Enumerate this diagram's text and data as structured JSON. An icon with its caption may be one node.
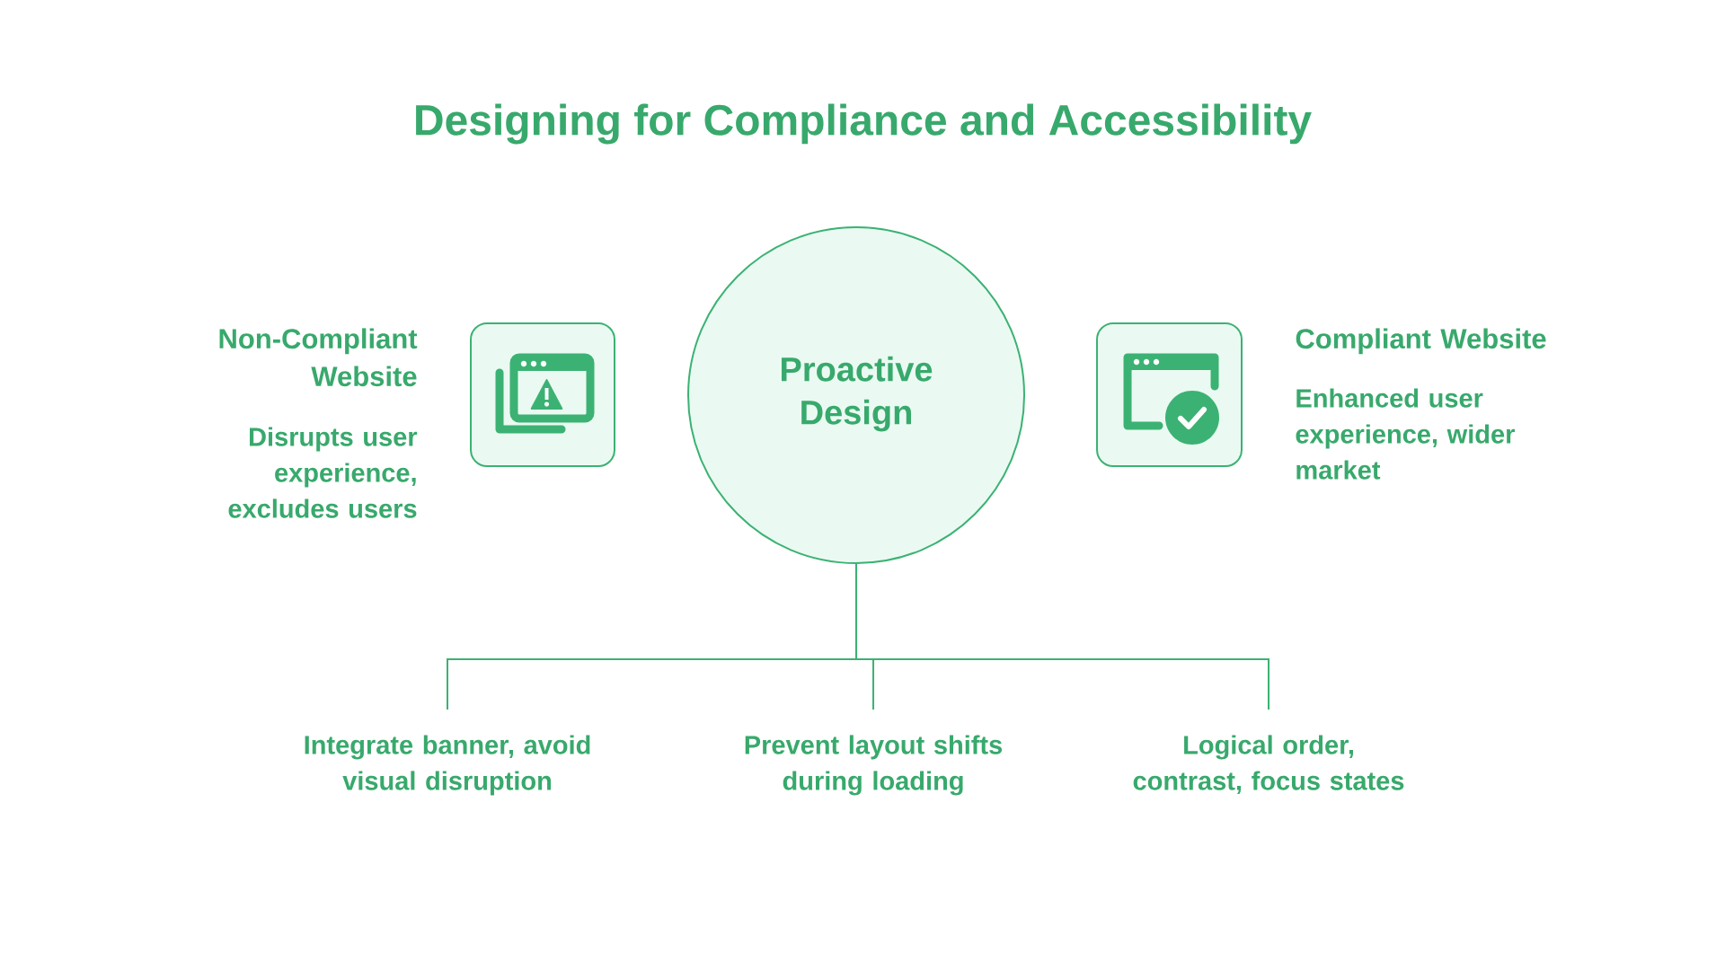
{
  "diagram": {
    "title": "Designing for Compliance and Accessibility",
    "nodes": [
      {
        "text": [
          "Proactive Design"
        ]
      },
      {
        "text": [
          "Integrate banner, avoid visual disruption"
        ]
      },
      {
        "text": [
          "Prevent layout shifts during loading"
        ]
      },
      {
        "text": [
          "Logical order, contrast, focus states"
        ]
      }
    ],
    "edges": [
      {
        "from": 0,
        "to": 1,
        "arrow": "none"
      },
      {
        "from": 0,
        "to": 2,
        "arrow": "none"
      },
      {
        "from": 0,
        "to": 3,
        "arrow": "none"
      }
    ],
    "labels": [
      "Non-Compliant Website",
      "Disrupts user experience, excludes users",
      "Compliant Website",
      "Enhanced user experience, wider market"
    ]
  }
}
